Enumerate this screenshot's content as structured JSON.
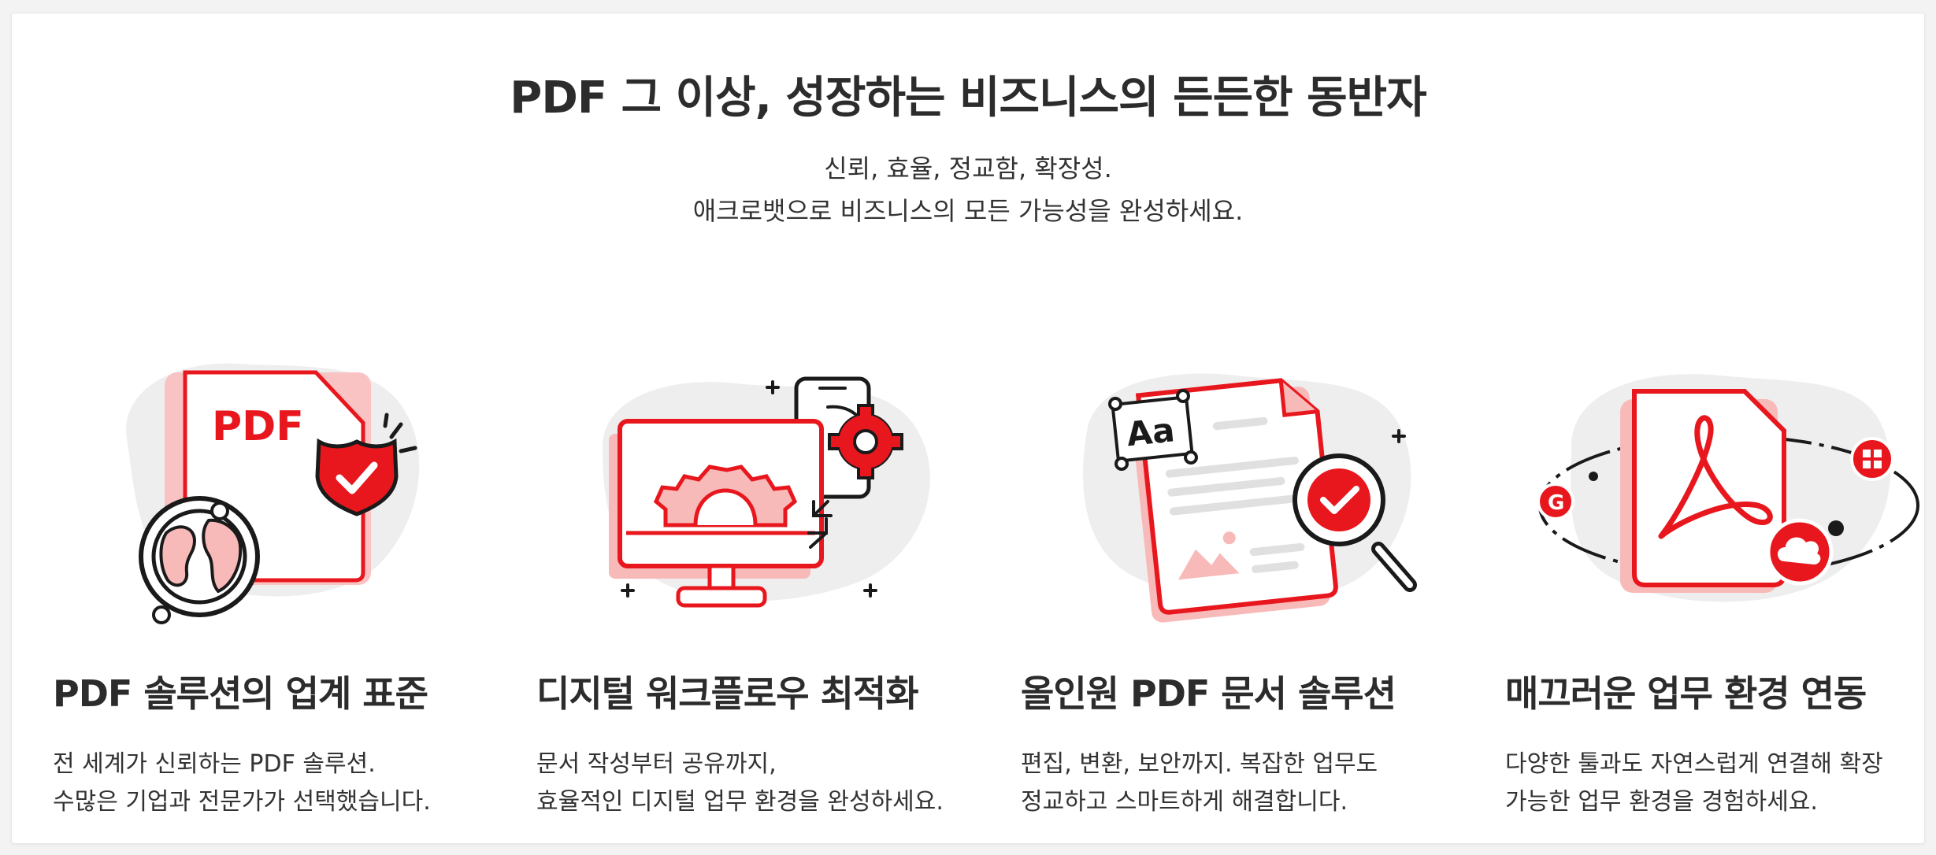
{
  "hero": {
    "title": "PDF 그 이상, 성장하는 비즈니스의 든든한 동반자",
    "subtitle_line1": "신뢰, 효율, 정교함, 확장성.",
    "subtitle_line2": "애크로뱃으로 비즈니스의 모든 가능성을 완성하세요."
  },
  "features": [
    {
      "icon": "pdf-standard-illustration",
      "badge_text": "PDF",
      "title": "PDF 솔루션의 업계 표준",
      "desc_line1": "전 세계가 신뢰하는 PDF 솔루션.",
      "desc_line2": "수많은 기업과 전문가가 선택했습니다."
    },
    {
      "icon": "digital-workflow-illustration",
      "title": "디지털 워크플로우 최적화",
      "desc_line1": "문서 작성부터 공유까지,",
      "desc_line2": "효율적인 디지털 업무 환경을 완성하세요."
    },
    {
      "icon": "all-in-one-document-illustration",
      "badge_text": "Aa",
      "title": "올인원 PDF 문서 솔루션",
      "desc_line1": "편집, 변환, 보안까지. 복잡한 업무도",
      "desc_line2": "정교하고 스마트하게 해결합니다."
    },
    {
      "icon": "integration-illustration",
      "title": "매끄러운 업무 환경 연동",
      "desc_line1": "다양한 툴과도 자연스럽게 연결해 확장",
      "desc_line2": "가능한 업무 환경을 경험하세요."
    }
  ],
  "colors": {
    "accent_red": "#e8171e",
    "light_red": "#f8b9b9",
    "blob_gray": "#eeeeee",
    "text_dark": "#2c2c2c"
  }
}
